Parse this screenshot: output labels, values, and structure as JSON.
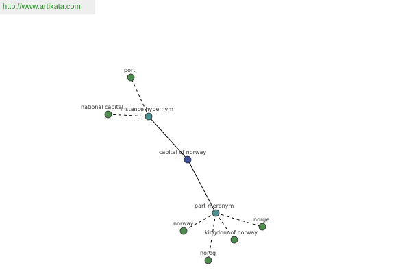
{
  "header": {
    "url_text": "http://www.artikata.com"
  },
  "colors": {
    "url_text": "#2e8b2e",
    "url_bar_bg": "#eeeeee",
    "node_leaf": "#4f8a4f",
    "node_relation": "#4f9090",
    "node_center": "#3f4f9a",
    "edge": "#000000"
  },
  "graph": {
    "center": {
      "id": "center",
      "label": "capital of norway",
      "kind": "center"
    },
    "relations": [
      {
        "id": "rel_instance_hypernym",
        "label": "instance hypernym",
        "kind": "relation"
      },
      {
        "id": "rel_part_meronym",
        "label": "part meronym",
        "kind": "relation"
      }
    ],
    "terms": [
      {
        "id": "term_port",
        "label": "port",
        "kind": "leaf",
        "relation": "rel_instance_hypernym"
      },
      {
        "id": "term_national_capital",
        "label": "national capital",
        "kind": "leaf",
        "relation": "rel_instance_hypernym"
      },
      {
        "id": "term_norway",
        "label": "norway",
        "kind": "leaf",
        "relation": "rel_part_meronym"
      },
      {
        "id": "term_norge",
        "label": "norge",
        "kind": "leaf",
        "relation": "rel_part_meronym"
      },
      {
        "id": "term_kingdom_of_norway",
        "label": "kingdom of norway",
        "kind": "leaf",
        "relation": "rel_part_meronym"
      },
      {
        "id": "term_noreg",
        "label": "noreg",
        "kind": "leaf",
        "relation": "rel_part_meronym"
      }
    ],
    "edges": [
      {
        "from": "center",
        "to": "rel_instance_hypernym",
        "style": "solid"
      },
      {
        "from": "center",
        "to": "rel_part_meronym",
        "style": "solid"
      },
      {
        "from": "rel_instance_hypernym",
        "to": "term_port",
        "style": "dashed"
      },
      {
        "from": "rel_instance_hypernym",
        "to": "term_national_capital",
        "style": "dashed"
      },
      {
        "from": "rel_part_meronym",
        "to": "term_norway",
        "style": "dashed"
      },
      {
        "from": "rel_part_meronym",
        "to": "term_norge",
        "style": "dashed"
      },
      {
        "from": "rel_part_meronym",
        "to": "term_kingdom_of_norway",
        "style": "dashed"
      },
      {
        "from": "rel_part_meronym",
        "to": "term_noreg",
        "style": "dashed"
      }
    ]
  }
}
